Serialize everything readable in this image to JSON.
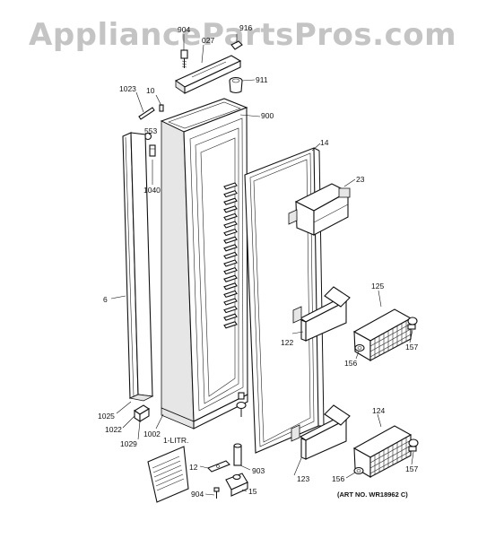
{
  "watermark": "AppliancePartsPros.com",
  "art_number": "(ART NO. WR18962 C)",
  "parts": {
    "p904_top": "904",
    "p027": "027",
    "p916": "916",
    "p911": "911",
    "p1023": "1023",
    "p10": "10",
    "p900": "900",
    "p553": "553",
    "p14": "14",
    "p1040": "1040",
    "p23": "23",
    "p6": "6",
    "p125": "125",
    "p122": "122",
    "p157a": "157",
    "p156a": "156",
    "p124": "124",
    "p1025": "1025",
    "p1022": "1022",
    "p1029": "1029",
    "p1002": "1002",
    "p1litr": "1-LITR.",
    "p12": "12",
    "p903": "903",
    "p123": "123",
    "p156b": "156",
    "p157b": "157",
    "p904_bot": "904",
    "p15": "15"
  }
}
